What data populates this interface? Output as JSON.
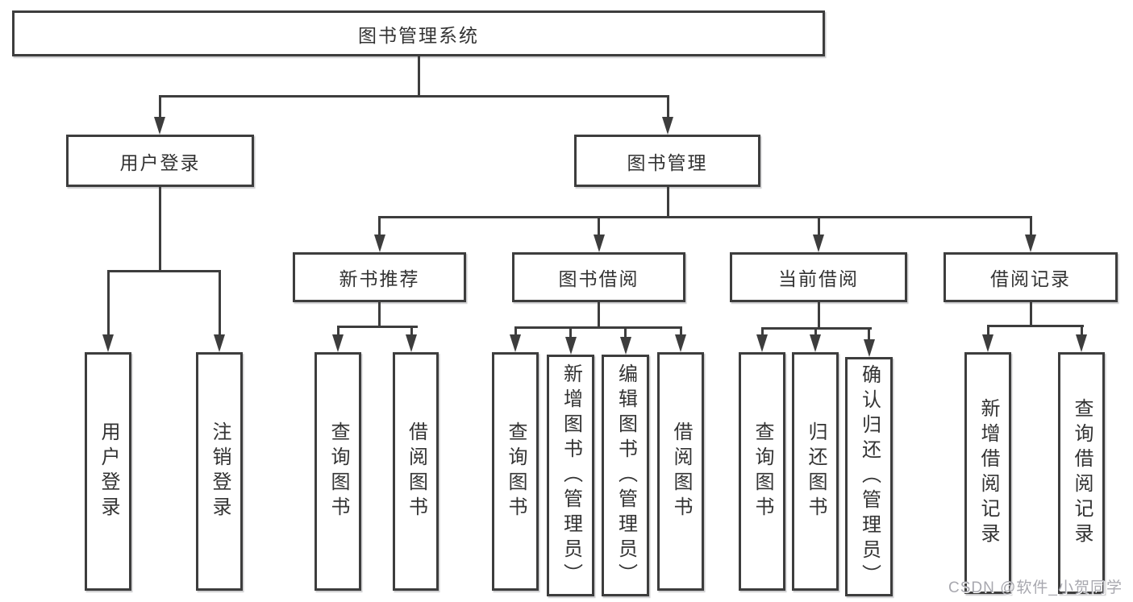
{
  "diagram": {
    "root": "图书管理系统",
    "branches": [
      {
        "label": "用户登录",
        "children": [
          {
            "label": "用户登录"
          },
          {
            "label": "注销登录"
          }
        ]
      },
      {
        "label": "图书管理",
        "children": [
          {
            "label": "新书推荐",
            "children": [
              {
                "label": "查询图书"
              },
              {
                "label": "借阅图书"
              }
            ]
          },
          {
            "label": "图书借阅",
            "children": [
              {
                "label": "查询图书"
              },
              {
                "label": "新增图书（管理员）"
              },
              {
                "label": "编辑图书（管理员）"
              },
              {
                "label": "借阅图书"
              }
            ]
          },
          {
            "label": "当前借阅",
            "children": [
              {
                "label": "查询图书"
              },
              {
                "label": "归还图书"
              },
              {
                "label": "确认归还（管理员）"
              }
            ]
          },
          {
            "label": "借阅记录",
            "children": [
              {
                "label": "新增借阅记录"
              },
              {
                "label": "查询借阅记录"
              }
            ]
          }
        ]
      }
    ]
  },
  "watermark": "CSDN @软件_小贺同学",
  "colors": {
    "line": "#3d3d3d",
    "text": "#333333",
    "watermark": "#a8a8af",
    "background": "#ffffff"
  }
}
